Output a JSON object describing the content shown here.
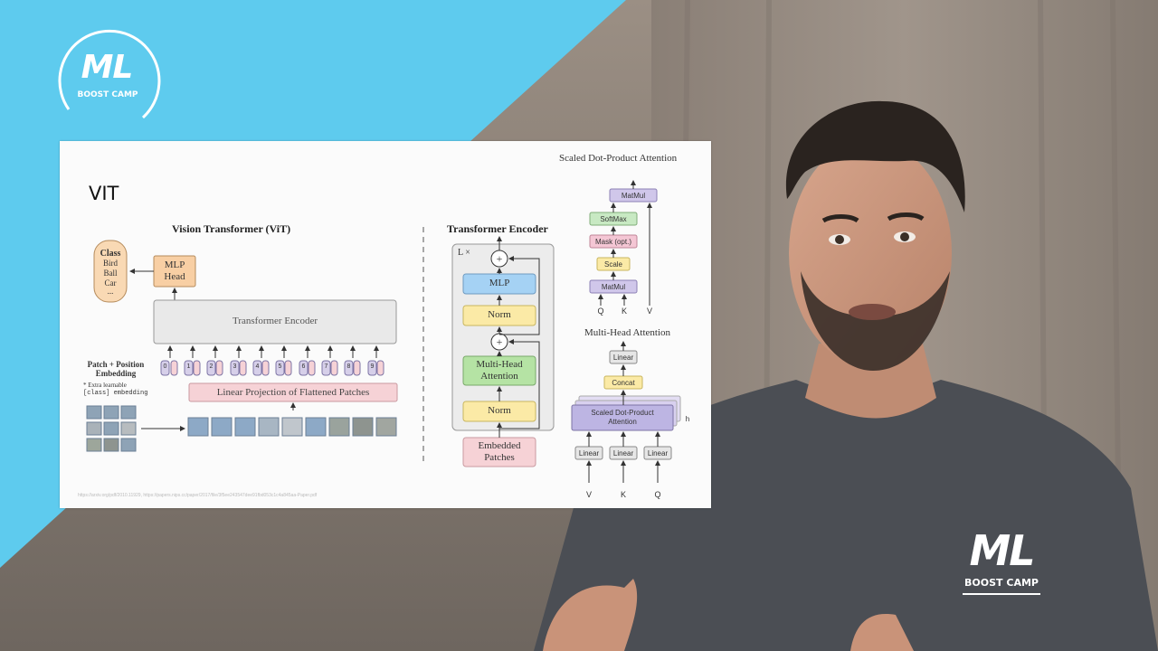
{
  "logo": {
    "main": "ML",
    "sub": "BOOST CAMP"
  },
  "shirt_logo": {
    "main": "ML",
    "sub": "BOOST CAMP"
  },
  "slide": {
    "title": "VIT",
    "vit_heading": "Vision Transformer (ViT)",
    "class_box": {
      "title": "Class",
      "items": [
        "Bird",
        "Ball",
        "Car",
        "..."
      ]
    },
    "mlp_head": [
      "MLP",
      "Head"
    ],
    "transformer_encoder_label": "Transformer Encoder",
    "patch_embedding_label": [
      "Patch + Position",
      "Embedding"
    ],
    "extra_note": [
      "* Extra learnable",
      "[class] embedding"
    ],
    "linear_projection_label": "Linear Projection of Flattened Patches",
    "token_labels": [
      "0",
      "1",
      "2",
      "3",
      "4",
      "5",
      "6",
      "7",
      "8",
      "9"
    ],
    "encoder_heading": "Transformer Encoder",
    "encoder_repeat": "L ×",
    "encoder_blocks": {
      "mlp": "MLP",
      "norm_top": "Norm",
      "mha": [
        "Multi-Head",
        "Attention"
      ],
      "norm_bottom": "Norm",
      "embedded": [
        "Embedded",
        "Patches"
      ],
      "plus": "+"
    },
    "sdpa_heading": "Scaled Dot-Product Attention",
    "sdpa_blocks": [
      "MatMul",
      "SoftMax",
      "Mask (opt.)",
      "Scale",
      "MatMul"
    ],
    "sdpa_inputs": [
      "Q",
      "K",
      "V"
    ],
    "mha_heading": "Multi-Head Attention",
    "mha_blocks": {
      "linear_top": "Linear",
      "concat": "Concat",
      "sdpa": [
        "Scaled Dot-Product",
        "Attention"
      ],
      "h": "h",
      "linear": "Linear"
    },
    "mha_inputs": [
      "V",
      "K",
      "Q"
    ],
    "footnote": "https://arxiv.org/pdf/2010.11929, https://papers.nips.cc/paper/2017/file/3f5ee243547dee91fbd053c1c4a845aa-Paper.pdf"
  },
  "colors": {
    "cyan": "#5ecbee",
    "class_box": "#f9d9b4",
    "mlp_head": "#f8cfa4",
    "norm": "#fbeaa6",
    "mlp": "#a5d2f4",
    "mha": "#b5e3a4",
    "embedded": "#f6d2d6",
    "linear_proj": "#f6d2d6",
    "softmax": "#c8e9c3",
    "mask": "#f4c6d4",
    "matmul": "#d0c7ea",
    "concat": "#fbeaa6",
    "sdpa": "#bdb5e3"
  }
}
